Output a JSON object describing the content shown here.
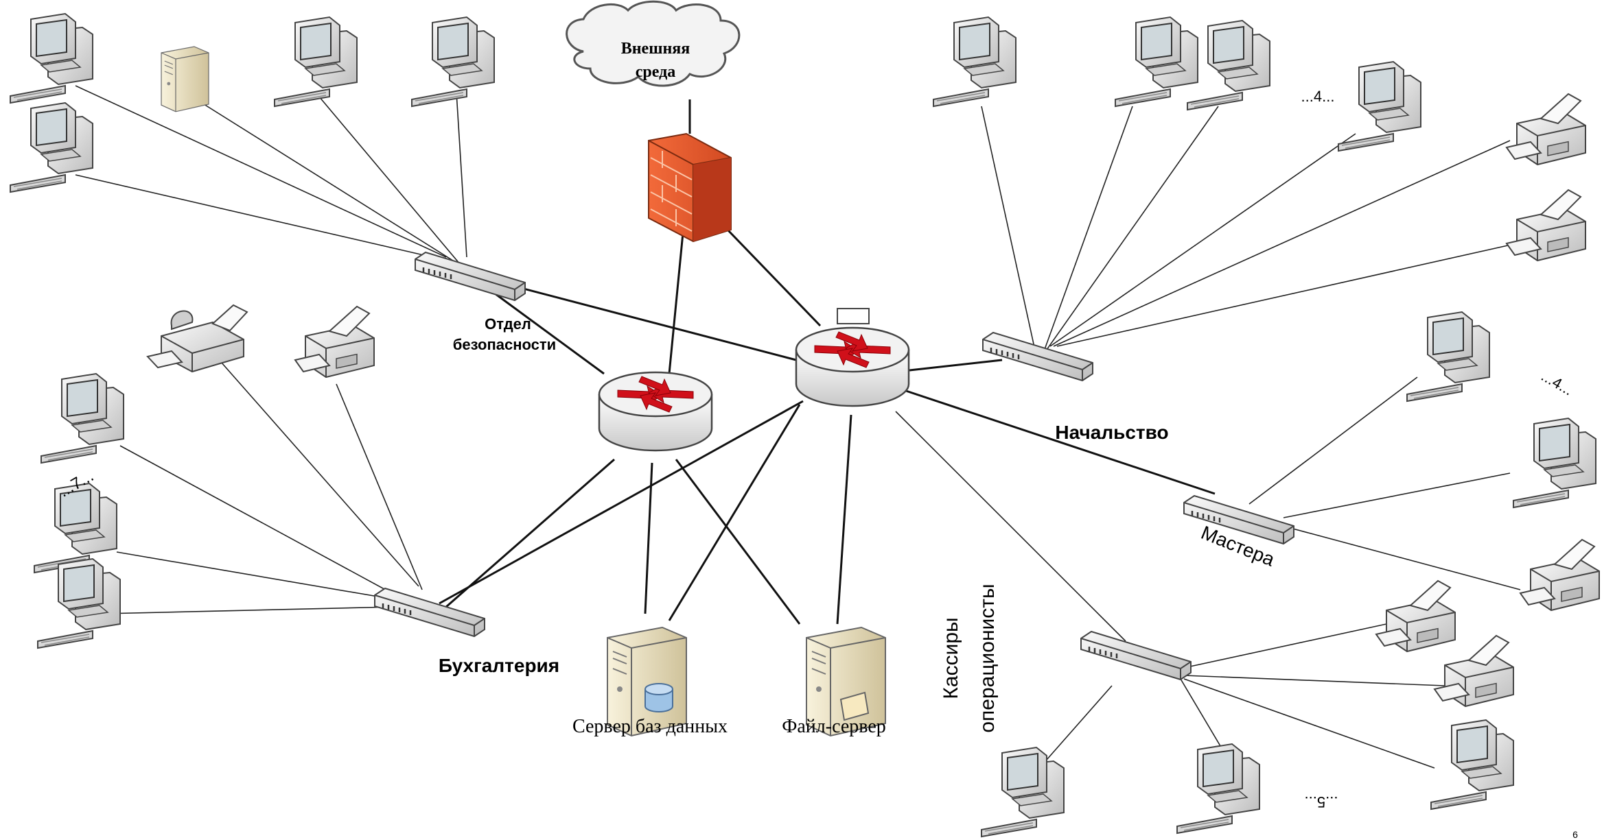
{
  "labels": {
    "cloud_line1": "Внешняя",
    "cloud_line2": "среда",
    "security_line1": "Отдел",
    "security_line2": "безопасности",
    "management": "Начальство",
    "masters": "Мастера",
    "accounting": "Бухгалтерия",
    "cashiers_line1": "Кассиры",
    "cashiers_line2": "операционисты",
    "db_server": "Сервер баз данных",
    "file_server": "Файл-сервер",
    "count_management": "...4...",
    "count_masters": "...4...",
    "count_accounting": "...7...",
    "count_cashiers": "...5...",
    "page_number": "6"
  },
  "colors": {
    "firewall": "#e8542a",
    "firewall_dark": "#b8381a",
    "router_arrow": "#d0101a",
    "device_body": "#e6e6e6",
    "device_edge": "#555555",
    "server_body": "#efe6c8"
  },
  "icons": [
    "cloud-icon",
    "firewall-icon",
    "router-icon",
    "switch-icon",
    "workstation-icon",
    "printer-icon",
    "fax-icon",
    "server-icon",
    "database-icon"
  ]
}
